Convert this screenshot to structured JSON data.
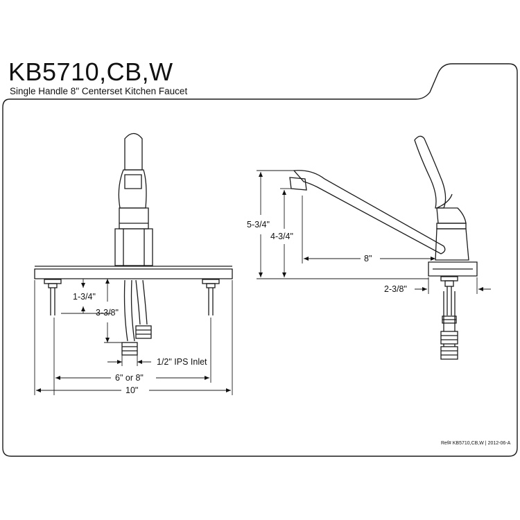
{
  "header": {
    "model": "KB5710,CB,W",
    "subtitle": "Single Handle 8\" Centerset Kitchen Faucet"
  },
  "front_view": {
    "dimensions": {
      "shank_height": "1-3/4\"",
      "inlet_depth": "3-3/8\"",
      "inlet_size": "1/2\" IPS Inlet",
      "center_spacing": "6\" or 8\"",
      "overall_width": "10\""
    }
  },
  "side_view": {
    "dimensions": {
      "overall_height": "5-3/4\"",
      "spout_height": "4-3/4\"",
      "spout_reach": "8\"",
      "base_depth": "2-3/8\""
    }
  },
  "footer": {
    "reference": "Ref# KB5710,CB,W | 2012-06-A"
  },
  "colors": {
    "line": "#1a1a1a",
    "background": "#ffffff"
  }
}
